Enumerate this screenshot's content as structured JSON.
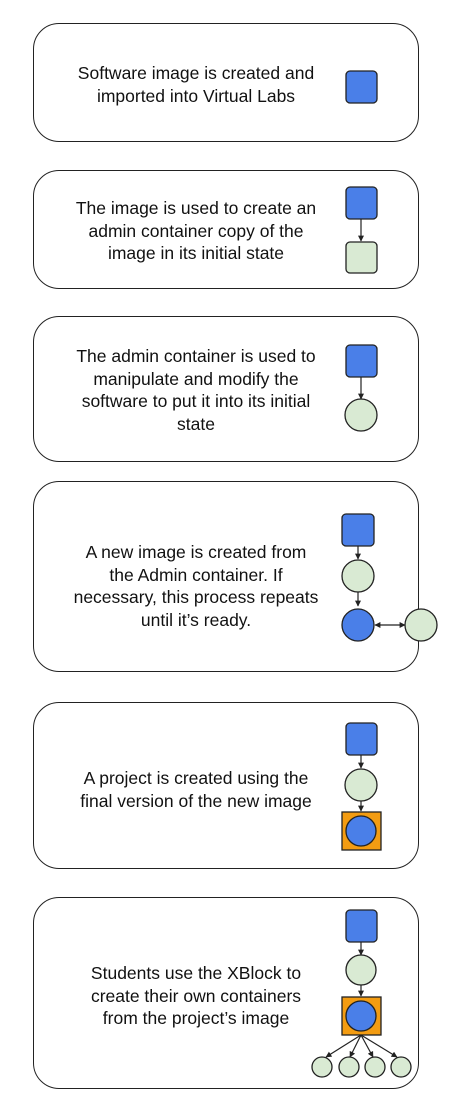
{
  "colors": {
    "image_blue": "#4a7fe8",
    "container_green": "#d9ead3",
    "project_orange": "#f39c12",
    "outline": "#222222"
  },
  "steps": [
    {
      "text": "Software image is created and\nimported into Virtual Labs",
      "icon": "software-image-square"
    },
    {
      "text": "The image is used to create an\nadmin container copy of the\nimage in its initial state",
      "icon": "image-to-admin-container"
    },
    {
      "text": "The admin container is used to\nmanipulate and modify the\nsoftware to put it into its initial\nstate",
      "icon": "image-to-admin-container-circle"
    },
    {
      "text": "A new image is created from\nthe Admin container. If\nnecessary, this process repeats\nuntil it’s ready.",
      "icon": "image-iteration-cycle"
    },
    {
      "text": "A project is created using the\nfinal version of the new image",
      "icon": "project-from-image"
    },
    {
      "text": "Students use the XBlock to\ncreate their own containers\nfrom the project’s image",
      "icon": "student-containers-from-project"
    }
  ]
}
